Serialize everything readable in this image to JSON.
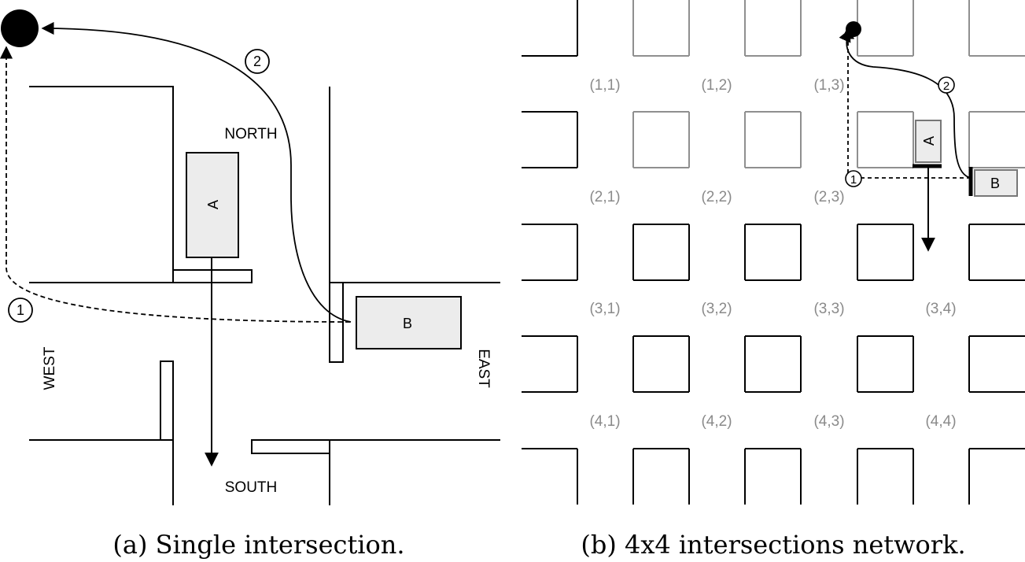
{
  "panel_a": {
    "directions": {
      "north": "NORTH",
      "south": "SOUTH",
      "west": "WEST",
      "east": "EAST"
    },
    "cars": {
      "a": "A",
      "b": "B"
    },
    "paths": {
      "one": "1",
      "two": "2"
    },
    "caption": "(a) Single intersection."
  },
  "panel_b": {
    "cars": {
      "a": "A",
      "b": "B"
    },
    "paths": {
      "one": "1",
      "two": "2"
    },
    "grid_labels": [
      "(1,1)",
      "(1,2)",
      "(1,3)",
      "(2,1)",
      "(2,2)",
      "(2,3)",
      "(3,1)",
      "(3,2)",
      "(3,3)",
      "(3,4)",
      "(4,1)",
      "(4,2)",
      "(4,3)",
      "(4,4)"
    ],
    "caption": "(b) 4x4 intersections network."
  },
  "colors": {
    "car_fill": "#ececec",
    "inactive_block": "#8f8f8f",
    "grid_label": "#8a8a8a"
  }
}
